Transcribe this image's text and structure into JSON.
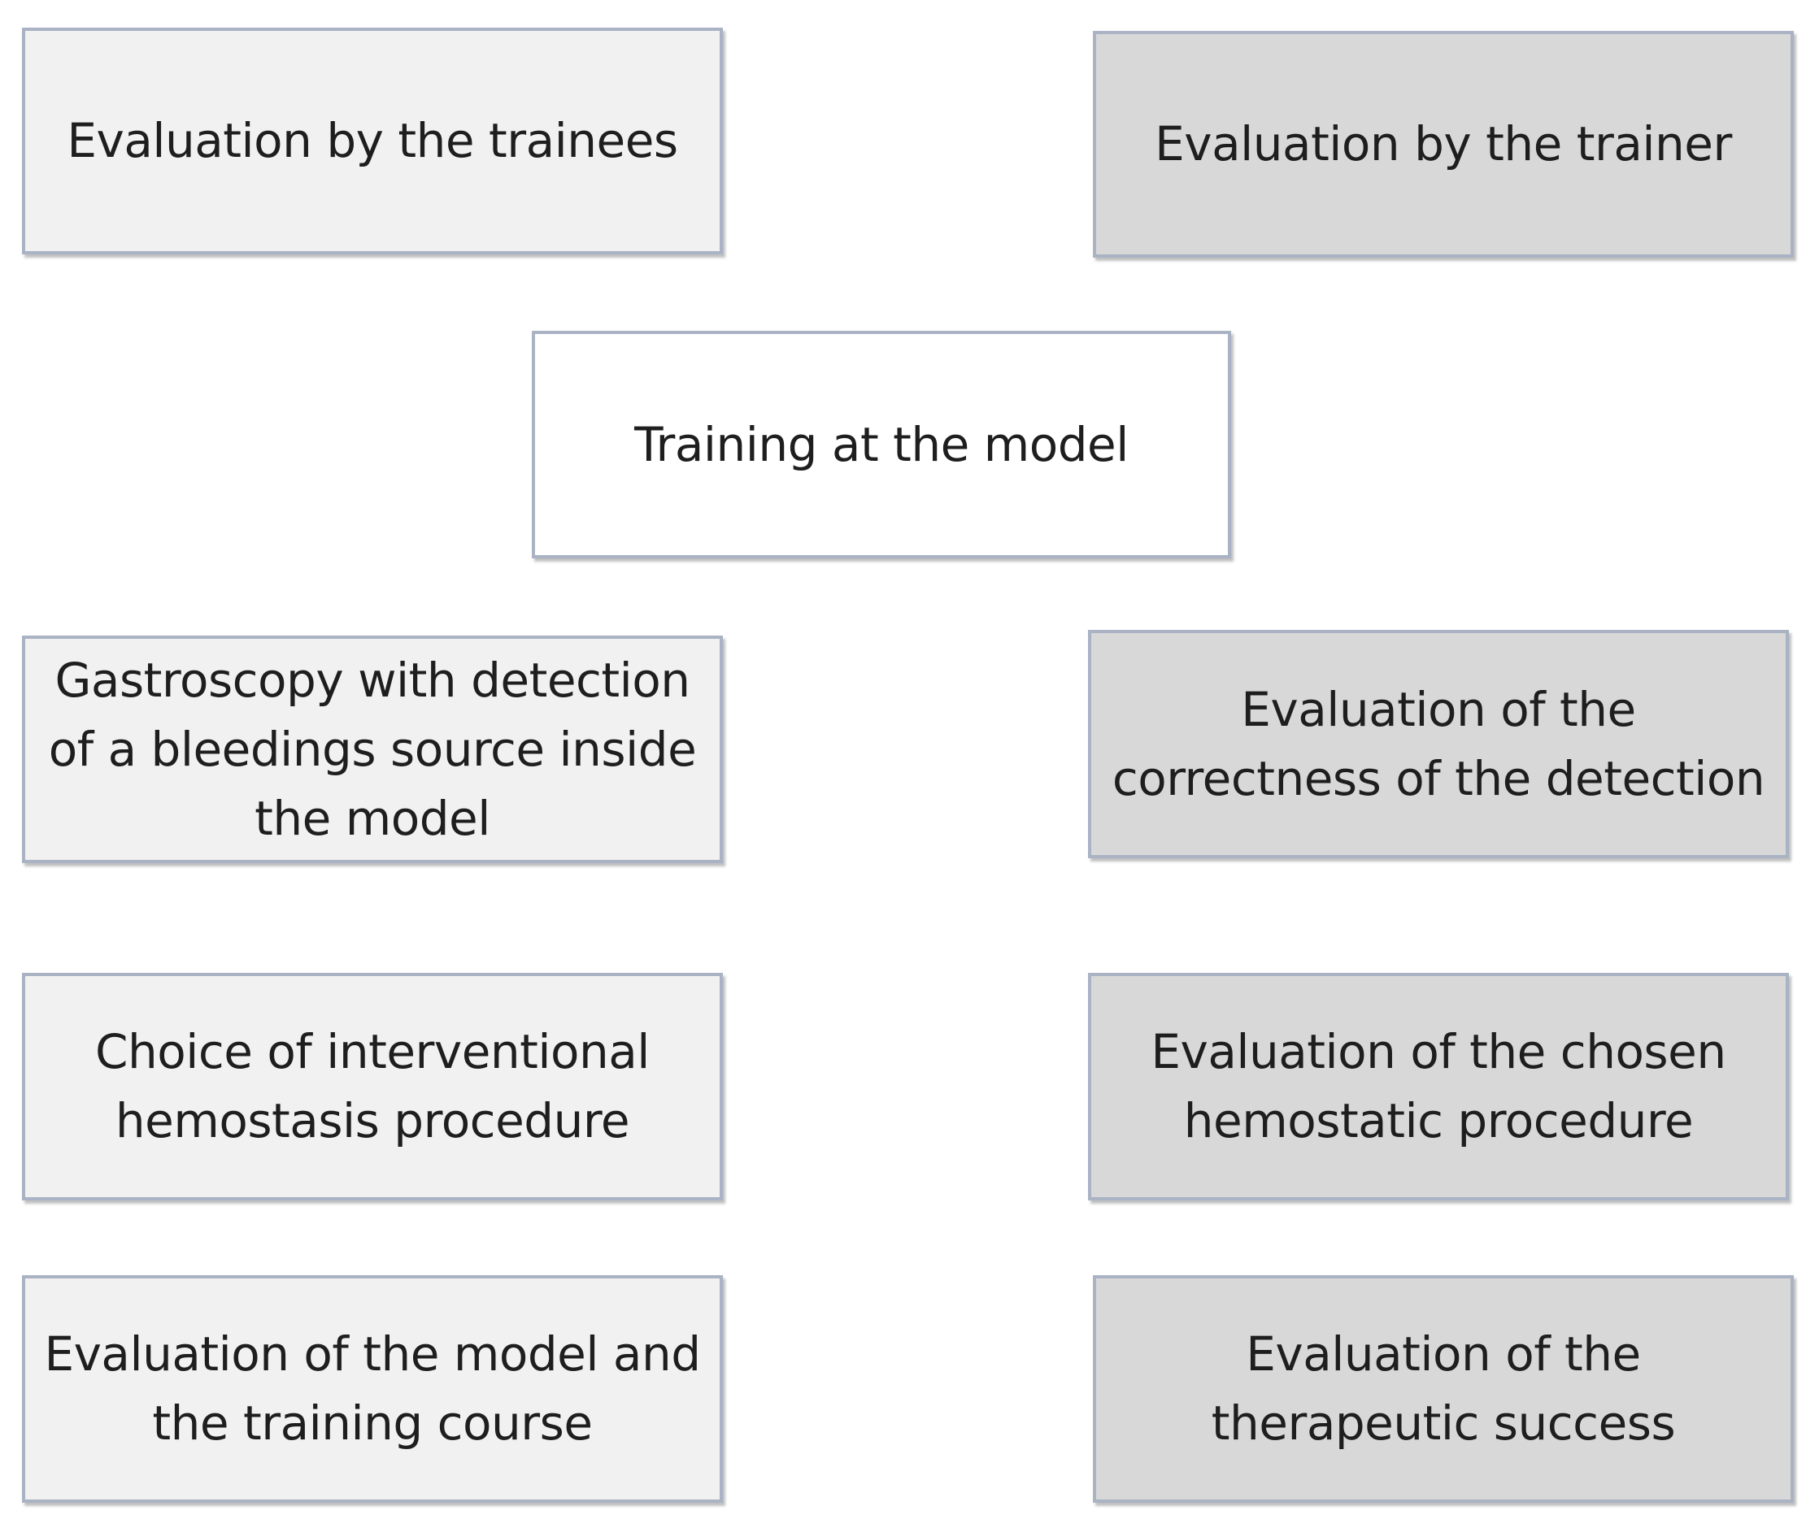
{
  "diagram": {
    "trainees_header": "Evaluation by the trainees",
    "trainer_header": "Evaluation by the trainer",
    "center": "Training at the model",
    "left_steps": [
      "Gastroscopy with detection of a bleedings source inside the model",
      "Choice of interventional hemostasis procedure",
      "Evaluation of the model and the training course"
    ],
    "right_steps": [
      "Evaluation of the correctness of the detection",
      "Evaluation of the chosen hemostatic procedure",
      "Evaluation of the therapeutic success"
    ]
  },
  "colors": {
    "border": "#a9b3c4",
    "trainee_fill": "#f1f1f1",
    "trainer_fill": "#d8d8d8",
    "center_fill": "#ffffff",
    "text": "#1e1e1e"
  }
}
